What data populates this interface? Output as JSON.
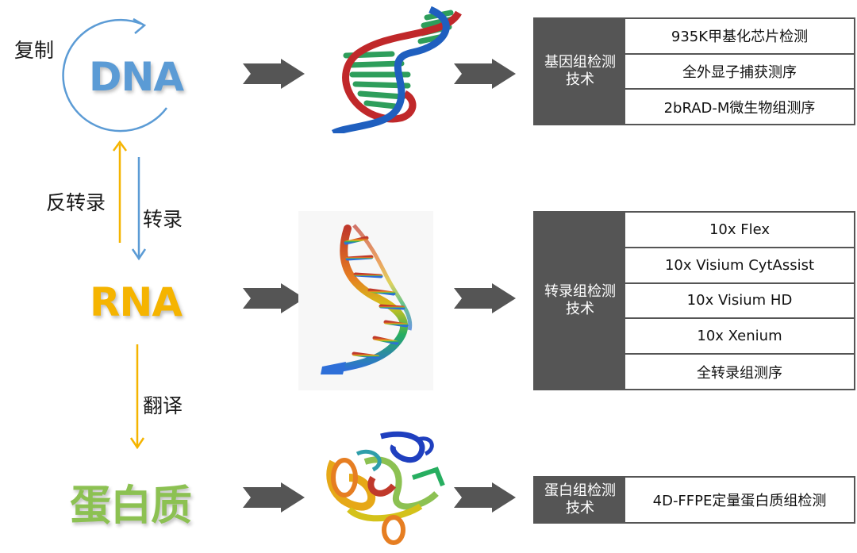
{
  "labels": {
    "dna": "DNA",
    "rna": "RNA",
    "protein": "蛋白质",
    "replication": "复制",
    "reverse_transcription": "反转录",
    "transcription": "转录",
    "translation": "翻译"
  },
  "colors": {
    "dna": "#5b9bd5",
    "rna": "#f5b400",
    "protein": "#8cc152",
    "arrow_grey": "#555555",
    "table_header": "#555555"
  },
  "tables": {
    "genome": {
      "header_line1": "基因组检测",
      "header_line2": "技术",
      "rows": [
        "935K甲基化芯片检测",
        "全外显子捕获测序",
        "2bRAD-M微生物组测序"
      ]
    },
    "transcriptome": {
      "header_line1": "转录组检测",
      "header_line2": "技术",
      "rows": [
        "10x Flex",
        "10x Visium CytAssist",
        "10x Visium HD",
        "10x Xenium",
        "全转录组测序"
      ]
    },
    "proteome": {
      "header_line1": "蛋白组检测",
      "header_line2": "技术",
      "rows": [
        "4D-FFPE定量蛋白质组检测"
      ]
    }
  }
}
